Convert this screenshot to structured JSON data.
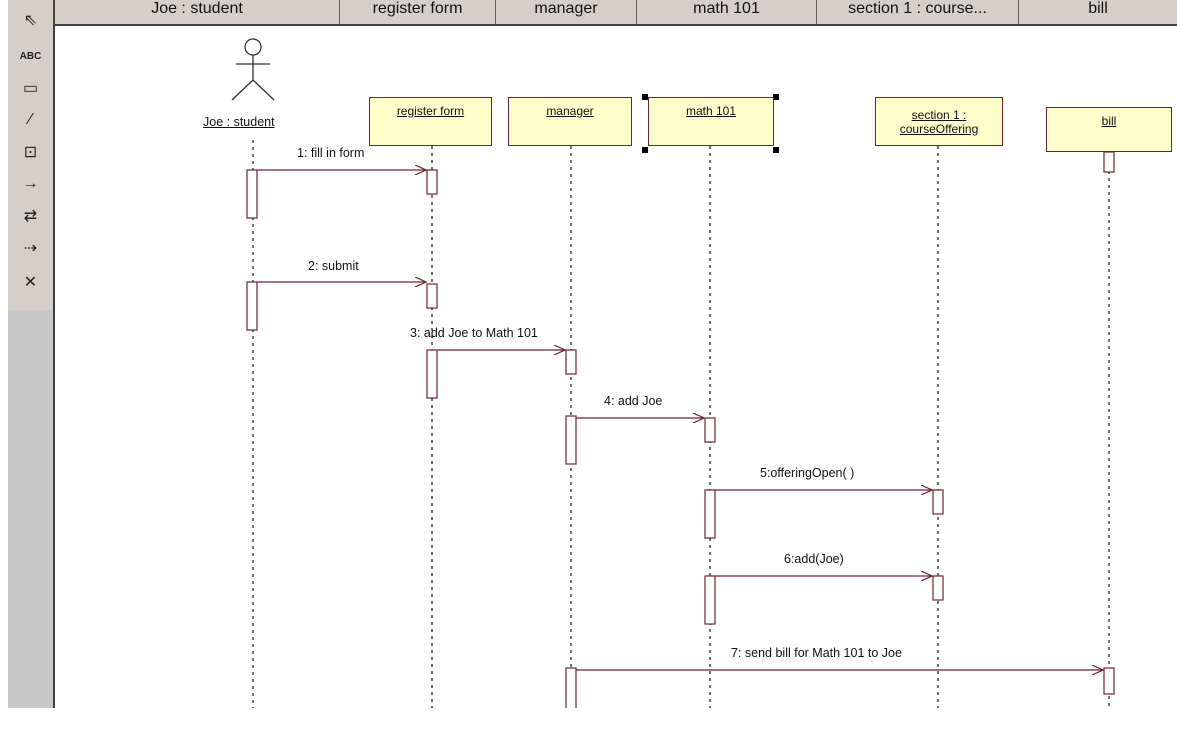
{
  "toolbar": {
    "tools": [
      {
        "name": "select-pointer-icon",
        "glyph": "⇖"
      },
      {
        "name": "text-tool-icon",
        "glyph": "ABC"
      },
      {
        "name": "note-tool-icon",
        "glyph": "▭"
      },
      {
        "name": "anchor-line-icon",
        "glyph": "⁄"
      },
      {
        "name": "object-tool-icon",
        "glyph": "⊡"
      },
      {
        "name": "message-arrow-icon",
        "glyph": "→"
      },
      {
        "name": "return-message-icon",
        "glyph": "⇄"
      },
      {
        "name": "async-message-icon",
        "glyph": "⇢"
      },
      {
        "name": "destroy-marker-icon",
        "glyph": "✕"
      }
    ]
  },
  "header": {
    "cells": [
      "Joe : student",
      "register form",
      "manager",
      "math 101",
      "section 1 : course...",
      "bill"
    ]
  },
  "diagram": {
    "actor": "Joe : student",
    "objects": {
      "register_form": "register form",
      "manager": "manager",
      "math101": "math 101",
      "section1_line1": "section 1 :",
      "section1_line2": "courseOffering",
      "bill": "bill"
    },
    "messages": [
      "1: fill in form",
      "2: submit",
      "3: add  Joe to Math 101",
      "4: add Joe",
      "5:offeringOpen( )",
      "6:add(Joe)",
      "7: send bill for Math 101 to Joe"
    ]
  },
  "colors": {
    "object_fill": "#ffffcc",
    "line_color": "#6b2430",
    "toolbar_bg": "#d4d0c8"
  }
}
